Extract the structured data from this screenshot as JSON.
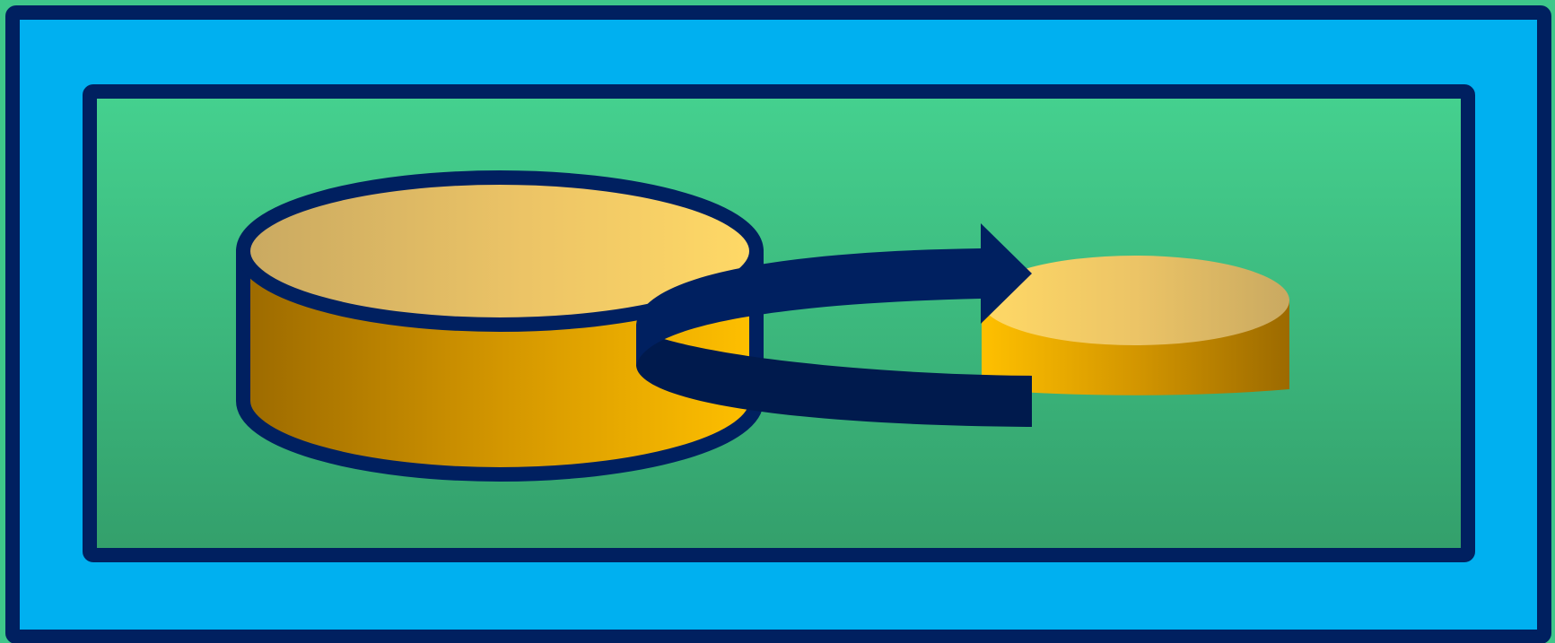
{
  "palette": {
    "page_edge": "#3ec78a",
    "outer_frame_fill": "#00b0f0",
    "outline_navy": "#002060",
    "panel_gradient_top": "#45d18f",
    "panel_gradient_bottom": "#339f6b",
    "disk_top_light": "#ffd966",
    "disk_top_muted": "#c9a961",
    "disk_side_bright": "#ffc000",
    "disk_side_dark": "#9c6a00",
    "arrow_navy": "#002060",
    "arrow_shadow_navy": "#001a4d"
  },
  "elements": {
    "outer_frame": "rounded-rectangle",
    "inner_panel": "rounded-rectangle",
    "large_disk": "cylinder",
    "small_disk": "cylinder",
    "curved_arrow": "u-turn-arrow"
  }
}
